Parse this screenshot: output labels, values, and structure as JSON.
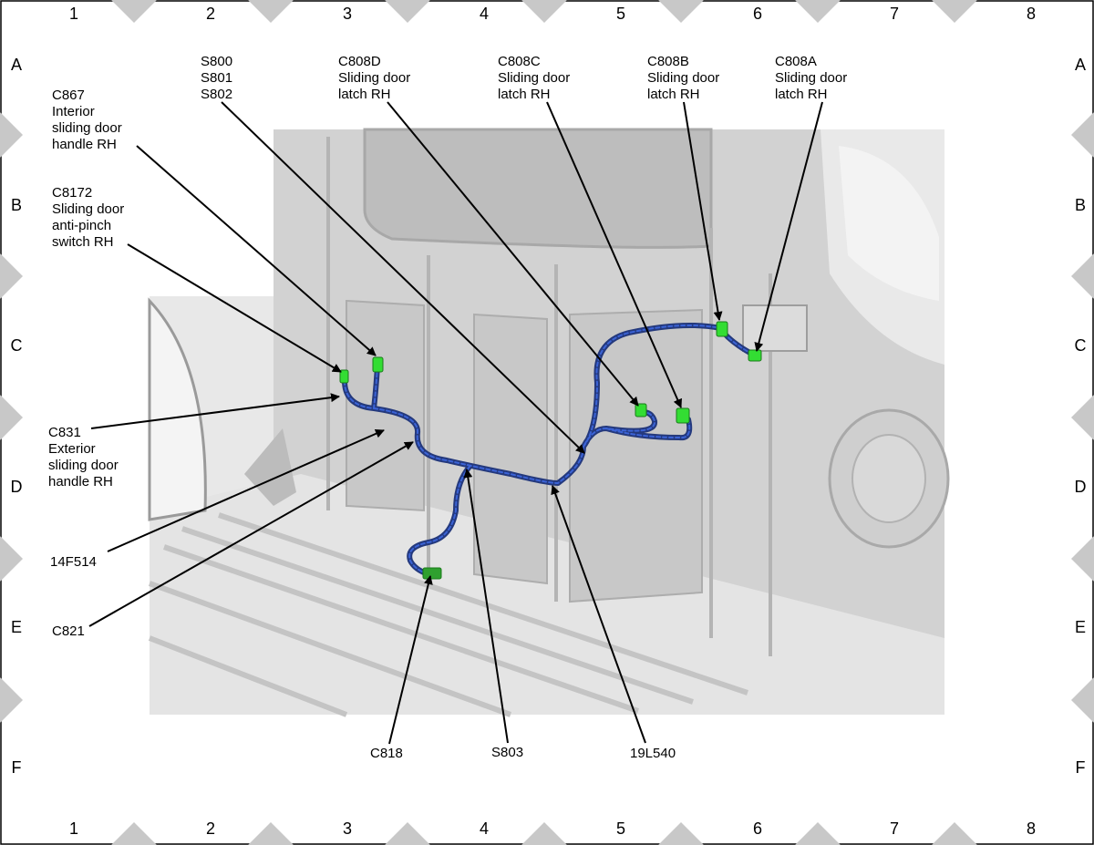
{
  "grid": {
    "columns": [
      "1",
      "2",
      "3",
      "4",
      "5",
      "6",
      "7",
      "8"
    ],
    "rows": [
      "A",
      "B",
      "C",
      "D",
      "E",
      "F"
    ]
  },
  "colors": {
    "harness": "#1c3f9a",
    "connector": "#33dd33",
    "panel": "#d0d0d0",
    "floor": "#e2e2e2",
    "border_triangle": "#c8c8c8"
  },
  "labels": {
    "s800": "S800\nS801\nS802",
    "c808d": "C808D\nSliding door\nlatch RH",
    "c808c": "C808C\nSliding door\nlatch RH",
    "c808b": "C808B\nSliding door\nlatch RH",
    "c808a": "C808A\nSliding door\nlatch RH",
    "c867": "C867\nInterior\nsliding door\nhandle RH",
    "c8172": "C8172\nSliding door\nanti-pinch\nswitch RH",
    "c831": "C831\nExterior\nsliding door\nhandle RH",
    "f14f514": "14F514",
    "c821": "C821",
    "c818": "C818",
    "s803": "S803",
    "l19l540": "19L540"
  }
}
